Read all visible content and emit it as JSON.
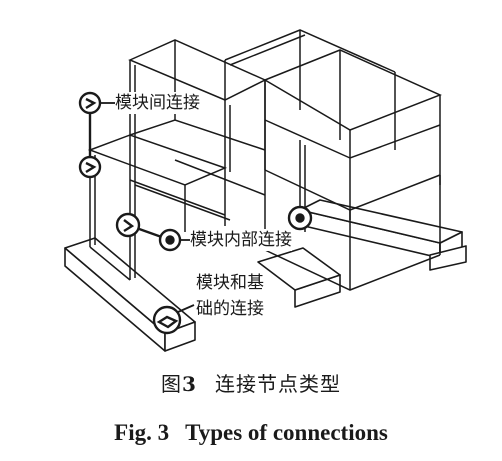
{
  "labels": {
    "inter_module": "模块间连接",
    "intra_module": "模块内部连接",
    "module_foundation_line1": "模块和基",
    "module_foundation_line2": "础的连接"
  },
  "caption": {
    "cn_prefix": "图",
    "cn_number": "3",
    "cn_title": "连接节点类型",
    "en_prefix": "Fig. 3",
    "en_title": "Types of connections"
  },
  "colors": {
    "line": "#1a1a1a",
    "background": "#ffffff"
  }
}
